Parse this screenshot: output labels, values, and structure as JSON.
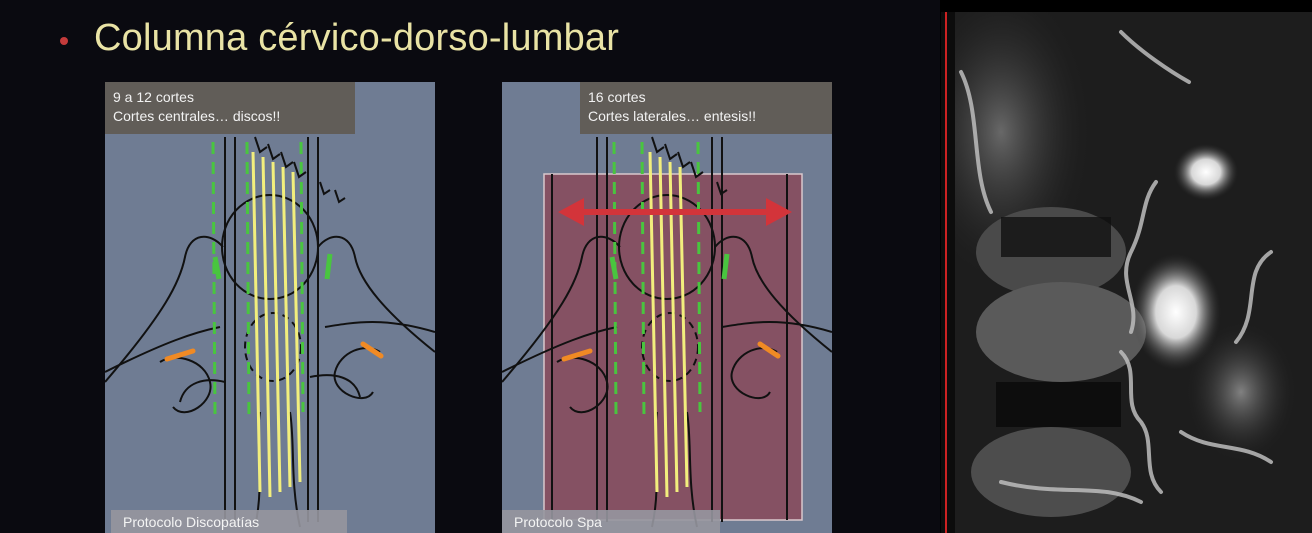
{
  "slide": {
    "title": "Columna cérvico-dorso-lumbar"
  },
  "panels": [
    {
      "caption_line1": "9 a 12 cortes",
      "caption_line2": "Cortes centrales… discos!!",
      "footer": "Protocolo Discopatías"
    },
    {
      "caption_line1": "16 cortes",
      "caption_line2": "Cortes laterales… entesis!!",
      "footer": "Protocolo Spa"
    }
  ],
  "colors": {
    "background": "#0a0a10",
    "title_text": "#e9e3a5",
    "bullet": "#c43b3b",
    "panel_bg": "#6f7c93",
    "slice_yellow": "#f2ee7d",
    "slice_green": "#49c53f",
    "arrow_red": "#d3343a",
    "entheses_orange": "#f08a24",
    "spa_overlay": "#8a4a5a"
  }
}
